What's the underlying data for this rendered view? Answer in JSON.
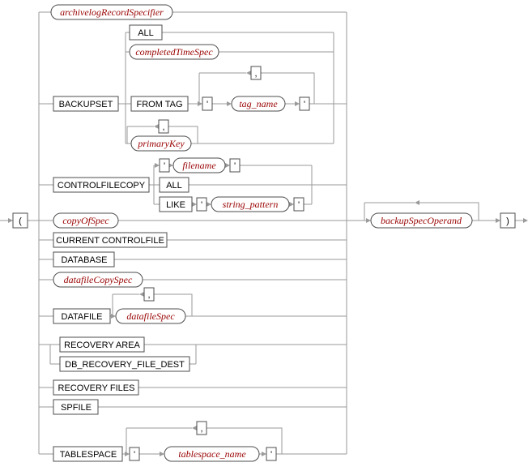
{
  "diagram": {
    "colors": {
      "line": "#9a9a9a",
      "box_border": "#4c4c4c",
      "keyword_text": "#000000",
      "nonterminal_text": "#990000",
      "background": "#ffffff"
    },
    "nodes": {
      "lparen": "(",
      "rparen": ")",
      "quote": "'",
      "comma": ",",
      "archivelogRecordSpecifier": "archivelogRecordSpecifier",
      "all": "ALL",
      "completedTimeSpec": "completedTimeSpec",
      "backupset": "BACKUPSET",
      "fromTag": "FROM TAG",
      "tagName": "tag_name",
      "primaryKey": "primaryKey",
      "controlfilecopy": "CONTROLFILECOPY",
      "filename": "filename",
      "like": "LIKE",
      "stringPattern": "string_pattern",
      "copyOfSpec": "copyOfSpec",
      "currentControlfile": "CURRENT CONTROLFILE",
      "database": "DATABASE",
      "datafileCopySpec": "datafileCopySpec",
      "datafile": "DATAFILE",
      "datafileSpec": "datafileSpec",
      "recoveryArea": "RECOVERY AREA",
      "dbRecoveryFileDest": "DB_RECOVERY_FILE_DEST",
      "recoveryFiles": "RECOVERY FILES",
      "spfile": "SPFILE",
      "tablespace": "TABLESPACE",
      "tablespaceName": "tablespace_name",
      "backupSpecOperand": "backupSpecOperand"
    }
  }
}
